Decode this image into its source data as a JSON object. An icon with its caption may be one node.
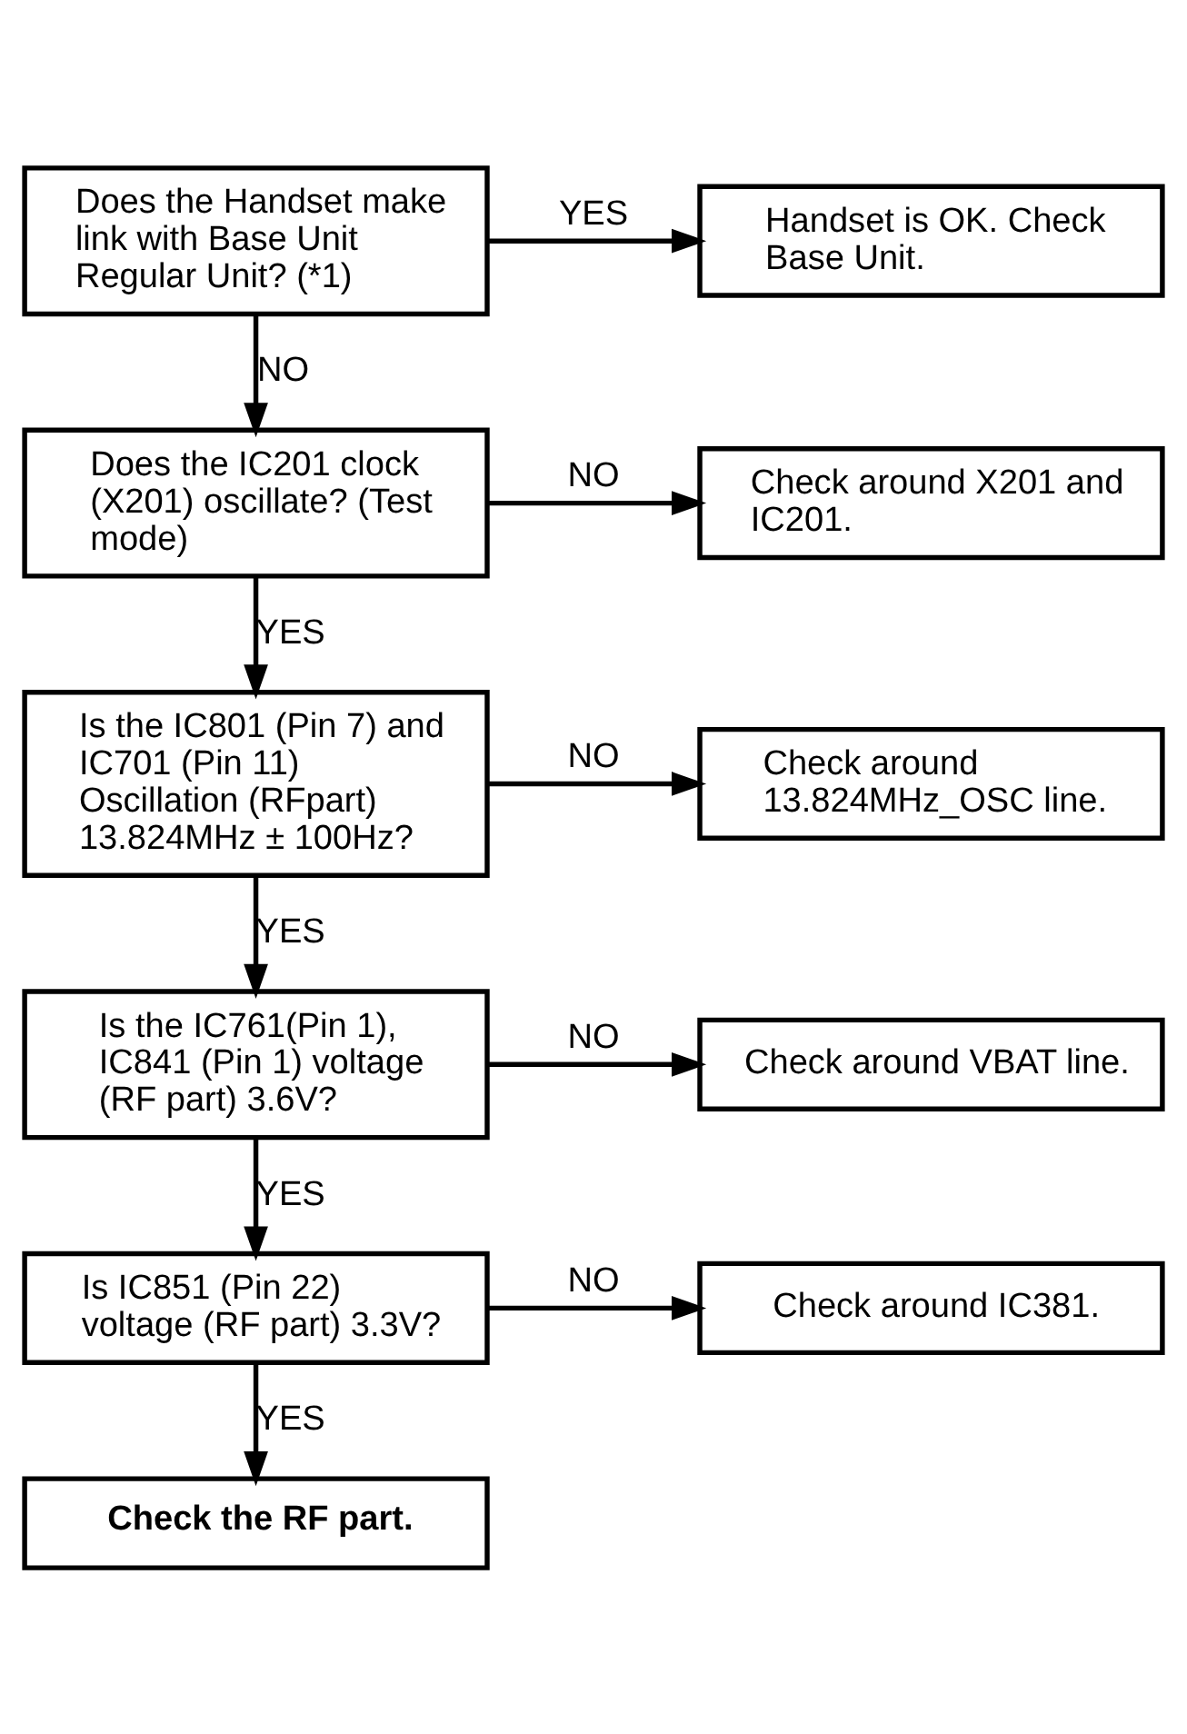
{
  "diagram": {
    "nodes": [
      {
        "text": [
          "Does the Handset make link with Base Unit Regular Unit? (*1)"
        ]
      },
      {
        "text": [
          "Handset is OK. Check Base Unit."
        ]
      },
      {
        "text": [
          "Does the IC201 clock (X201) oscillate? (Test mode)"
        ]
      },
      {
        "text": [
          "Check around X201 and IC201."
        ]
      },
      {
        "text": [
          "Is the IC801 (Pin 7) and IC701 (Pin 11) Oscillation (RFpart) 13.824MHz ± 100Hz?"
        ]
      },
      {
        "text": [
          "Check around 13.824MHz_OSC line."
        ]
      },
      {
        "text": [
          "Is the IC761(Pin 1), IC841 (Pin 1) voltage (RF part) 3.6V?"
        ]
      },
      {
        "text": [
          "Check around VBAT line."
        ]
      },
      {
        "text": [
          "Is IC851 (Pin 22) voltage (RF part) 3.3V?"
        ]
      },
      {
        "text": [
          "Check around IC381."
        ]
      },
      {
        "text": [
          "Check the RF part."
        ]
      }
    ],
    "edges": [
      {
        "from": 0,
        "to": 1,
        "arrow": "to",
        "label": "YES"
      },
      {
        "from": 0,
        "to": 2,
        "arrow": "to",
        "label": "NO"
      },
      {
        "from": 2,
        "to": 3,
        "arrow": "to",
        "label": "NO"
      },
      {
        "from": 2,
        "to": 4,
        "arrow": "to",
        "label": "YES"
      },
      {
        "from": 4,
        "to": 5,
        "arrow": "to",
        "label": "NO"
      },
      {
        "from": 4,
        "to": 6,
        "arrow": "to",
        "label": "YES"
      },
      {
        "from": 6,
        "to": 7,
        "arrow": "to",
        "label": "NO"
      },
      {
        "from": 6,
        "to": 8,
        "arrow": "to",
        "label": "YES"
      },
      {
        "from": 8,
        "to": 9,
        "arrow": "to",
        "label": "NO"
      },
      {
        "from": 8,
        "to": 10,
        "arrow": "to",
        "label": "YES"
      }
    ]
  }
}
